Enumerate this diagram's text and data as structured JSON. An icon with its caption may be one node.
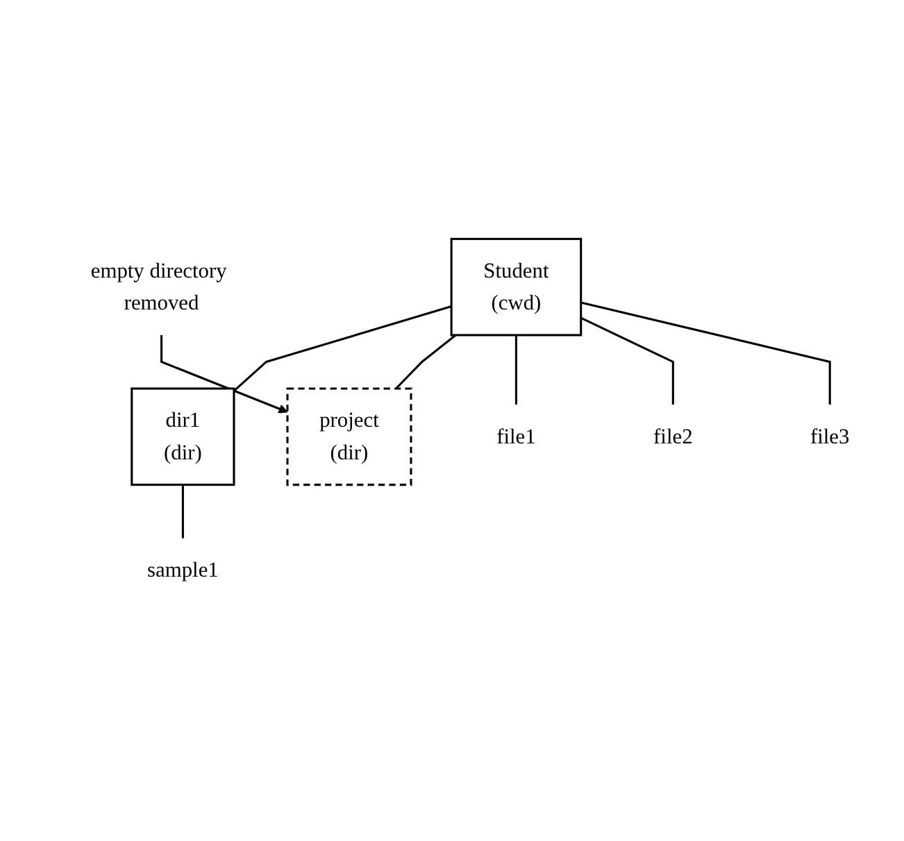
{
  "diagram": {
    "nodes": [
      {
        "text": [
          "Student",
          "(cwd)"
        ]
      },
      {
        "text": [
          "dir1",
          "(dir)"
        ]
      },
      {
        "text": [
          "project",
          "(dir)"
        ]
      },
      {
        "text": [
          "file1"
        ]
      },
      {
        "text": [
          "file2"
        ]
      },
      {
        "text": [
          "file3"
        ]
      },
      {
        "text": [
          "sample1"
        ]
      },
      {
        "text": [
          "empty directory removed"
        ]
      }
    ],
    "edges": [
      {
        "from": 0,
        "to": 1,
        "arrow": "none"
      },
      {
        "from": 0,
        "to": 2,
        "arrow": "none"
      },
      {
        "from": 0,
        "to": 3,
        "arrow": "none"
      },
      {
        "from": 0,
        "to": 4,
        "arrow": "none"
      },
      {
        "from": 0,
        "to": 5,
        "arrow": "none"
      },
      {
        "from": 1,
        "to": 6,
        "arrow": "none"
      },
      {
        "from": 7,
        "to": 2,
        "arrow": "to"
      }
    ]
  }
}
